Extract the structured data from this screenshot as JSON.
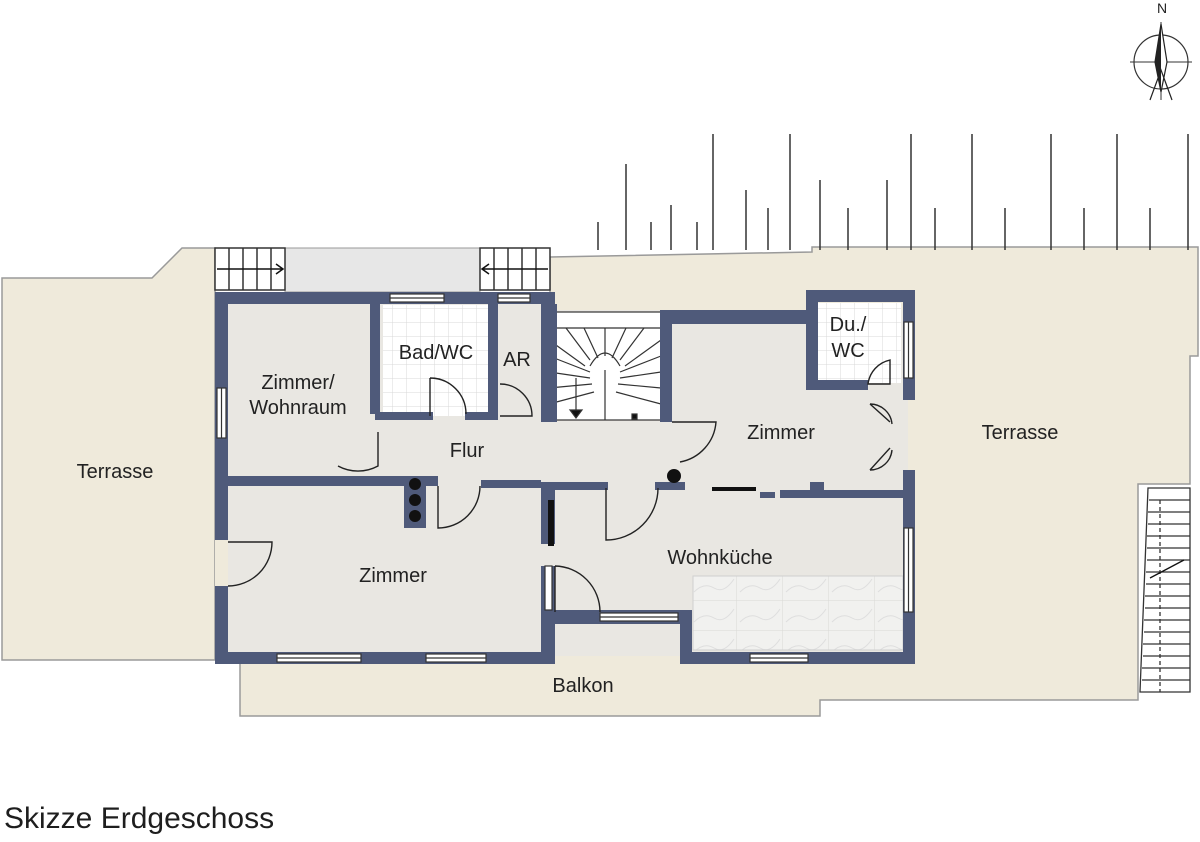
{
  "caption": "Skizze Erdgeschoss",
  "north": {
    "label": "N",
    "icon": "north-arrow-icon"
  },
  "rooms": {
    "terrasse_west": "Terrasse",
    "zimmer_wohnraum_line1": "Zimmer/",
    "zimmer_wohnraum_line2": "Wohnraum",
    "bad_wc": "Bad/WC",
    "ar": "AR",
    "flur": "Flur",
    "zimmer_east": "Zimmer",
    "du_wc_line1": "Du./",
    "du_wc_line2": "WC",
    "terrasse_east": "Terrasse",
    "zimmer_south": "Zimmer",
    "wohnkueche": "Wohnküche",
    "balkon": "Balkon"
  },
  "colors": {
    "wall": "#4f5a7a",
    "floor_room": "#e9e7e2",
    "floor_outdoor": "#efeadb",
    "tile": "#ffffff",
    "outline": "#9a9a9a"
  }
}
